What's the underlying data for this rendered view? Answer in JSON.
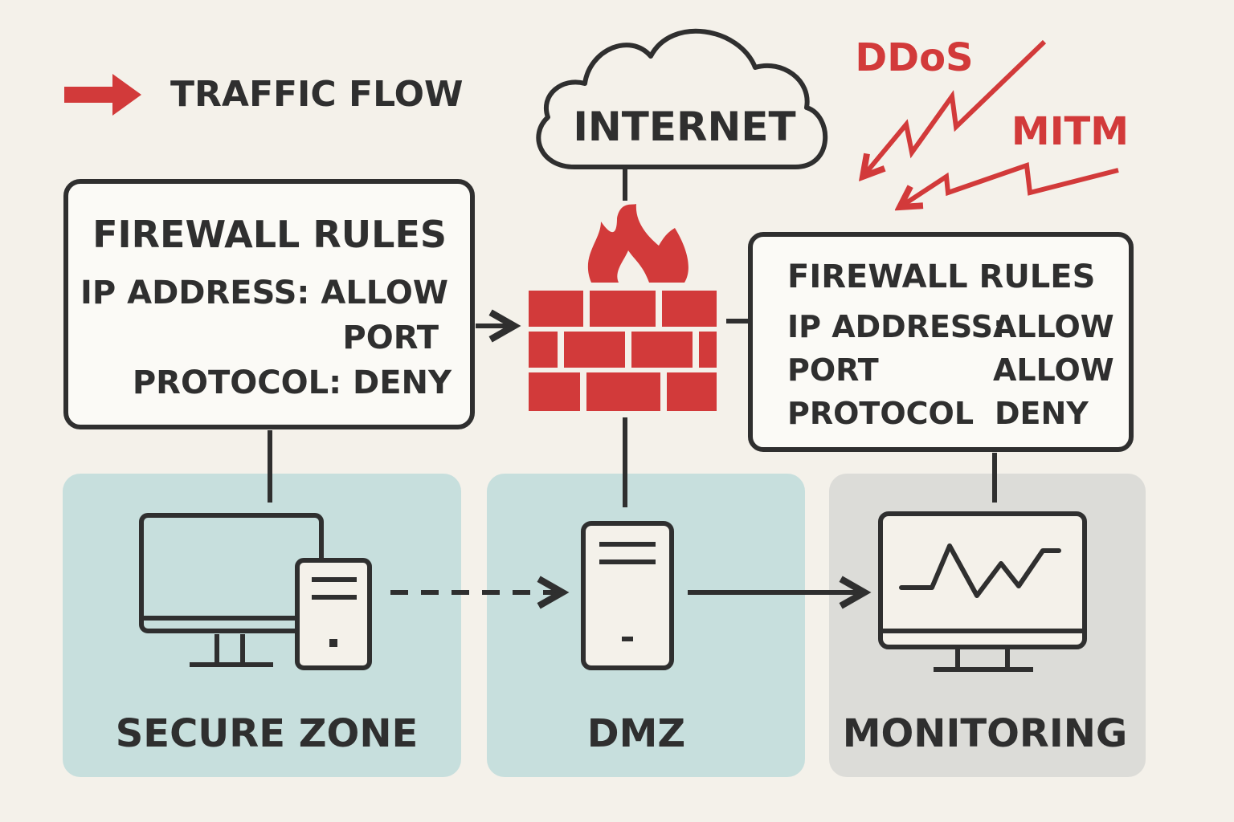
{
  "colors": {
    "background": "#f4f1ea",
    "ink": "#2f2f2f",
    "accent_red": "#d23a3a",
    "zone_teal": "#c7dfdd",
    "zone_gray": "#dcdcd8",
    "box_fill": "#fbfaf6"
  },
  "legend": {
    "label": "TRAFFIC FLOW",
    "icon": "red-arrow-icon"
  },
  "internet": {
    "label": "INTERNET",
    "icon": "cloud-icon"
  },
  "firewall": {
    "icon": "brick-wall-with-flame-icon"
  },
  "threats": [
    {
      "label": "DDoS",
      "icon": "lightning-arrow-icon"
    },
    {
      "label": "MITM",
      "icon": "lightning-arrow-icon"
    }
  ],
  "rules_left": {
    "title": "FIREWALL RULES",
    "lines": [
      "IP ADDRESS: ALLOW",
      "PORT",
      "PROTOCOL: DENY"
    ]
  },
  "rules_right": {
    "title": "FIREWALL RULES",
    "rows": [
      {
        "key": "IP ADDRESS:",
        "value": "ALLOW"
      },
      {
        "key": "PORT",
        "value": "ALLOW"
      },
      {
        "key": "PROTOCOL",
        "value": "DENY"
      }
    ]
  },
  "zones": [
    {
      "label": "SECURE ZONE",
      "icon": "desktop-computer-icon"
    },
    {
      "label": "DMZ",
      "icon": "server-tower-icon"
    },
    {
      "label": "MONITORING",
      "icon": "monitor-chart-icon"
    }
  ]
}
